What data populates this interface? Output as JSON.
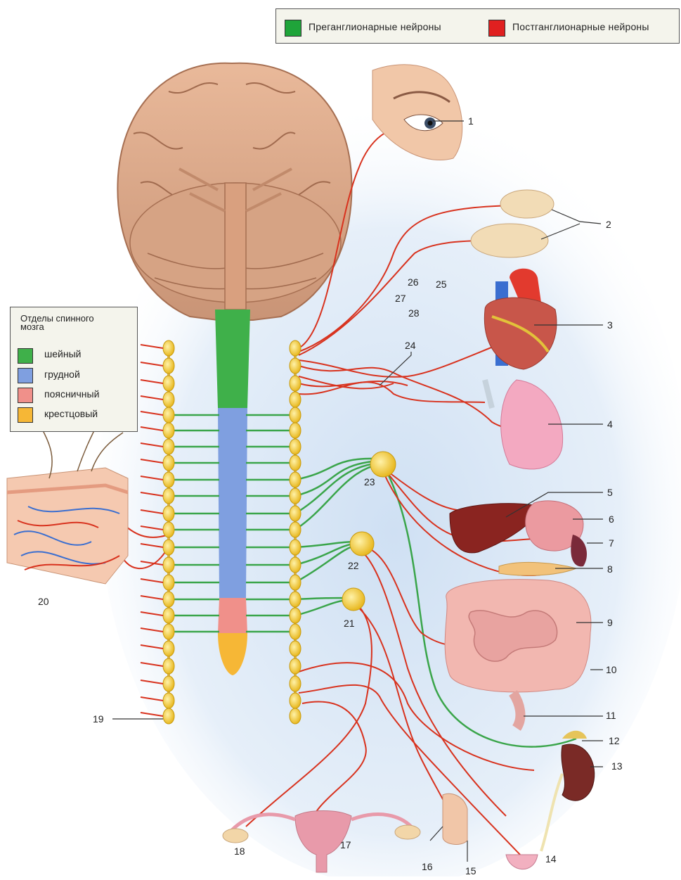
{
  "legend": {
    "preganglionic": {
      "label": "Преганглионарные нейроны",
      "color": "#1fa43a"
    },
    "postganglionic": {
      "label": "Постганглионарные нейроны",
      "color": "#e02020"
    }
  },
  "spinal_legend": {
    "title": "Отделы спинного мозга",
    "items": [
      {
        "label": "шейный",
        "color": "#3fb04a"
      },
      {
        "label": "грудной",
        "color": "#7f9fe0"
      },
      {
        "label": "поясничный",
        "color": "#f0908a"
      },
      {
        "label": "крестцовый",
        "color": "#f6b736"
      }
    ]
  },
  "labels": {
    "l1": "1",
    "l2": "2",
    "l3": "3",
    "l4": "4",
    "l5": "5",
    "l6": "6",
    "l7": "7",
    "l8": "8",
    "l9": "9",
    "l10": "10",
    "l11": "11",
    "l12": "12",
    "l13": "13",
    "l14": "14",
    "l15": "15",
    "l16": "16",
    "l17": "17",
    "l18": "18",
    "l19": "19",
    "l20": "20",
    "l21": "21",
    "l22": "22",
    "l23": "23",
    "l24": "24",
    "l25": "25",
    "l26": "26",
    "l27": "27",
    "l28": "28"
  }
}
